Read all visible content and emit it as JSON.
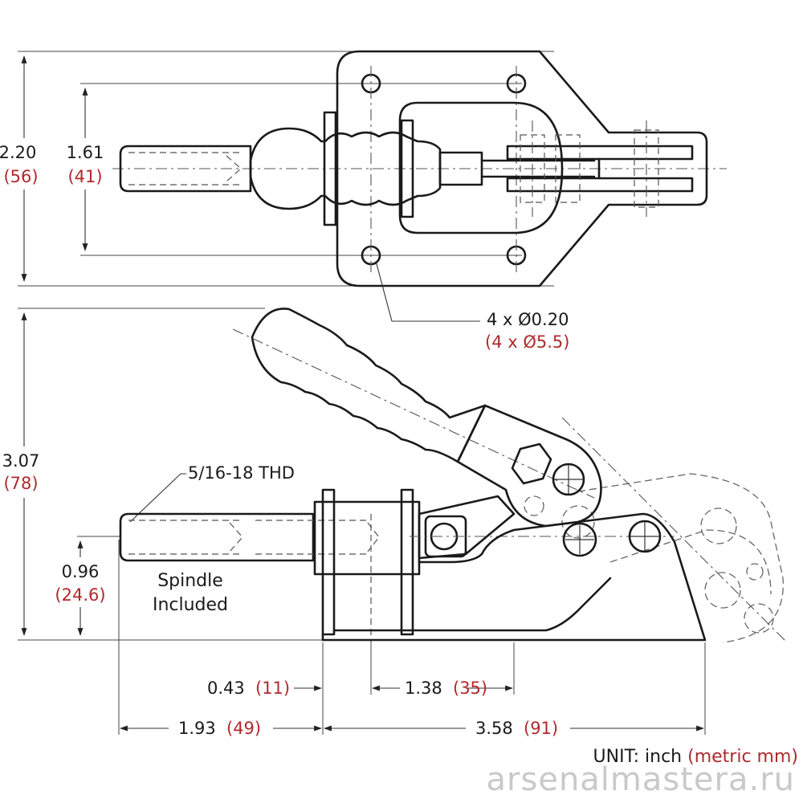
{
  "top_view": {
    "height_overall": {
      "in": "2.20",
      "mm": "(56)"
    },
    "hole_spacing": {
      "in": "1.61",
      "mm": "(41)"
    },
    "holes": {
      "in": "4 x Ø0.20",
      "mm": "(4 x Ø5.5)"
    }
  },
  "side_view": {
    "height_overall": {
      "in": "3.07",
      "mm": "(78)"
    },
    "spindle_height": {
      "in": "0.96",
      "mm": "(24.6)"
    },
    "thread": "5/16-18 THD",
    "spindle_note": [
      "Spindle",
      "Included"
    ],
    "flange": {
      "in": "0.43",
      "mm": "(11)"
    },
    "bolt_span": {
      "in": "1.38",
      "mm": "(35)"
    },
    "spindle_reach": {
      "in": "1.93",
      "mm": "(49)"
    },
    "base_length": {
      "in": "3.58",
      "mm": "(91)"
    }
  },
  "unit_label": {
    "prefix": "UNIT:  inch",
    "metric": "(metric mm)"
  },
  "watermark": "arsenalmastera.ru",
  "colors": {
    "imperial": "#1a1a1a",
    "metric": "#b0292c",
    "watermark": "#c9c9c9"
  }
}
